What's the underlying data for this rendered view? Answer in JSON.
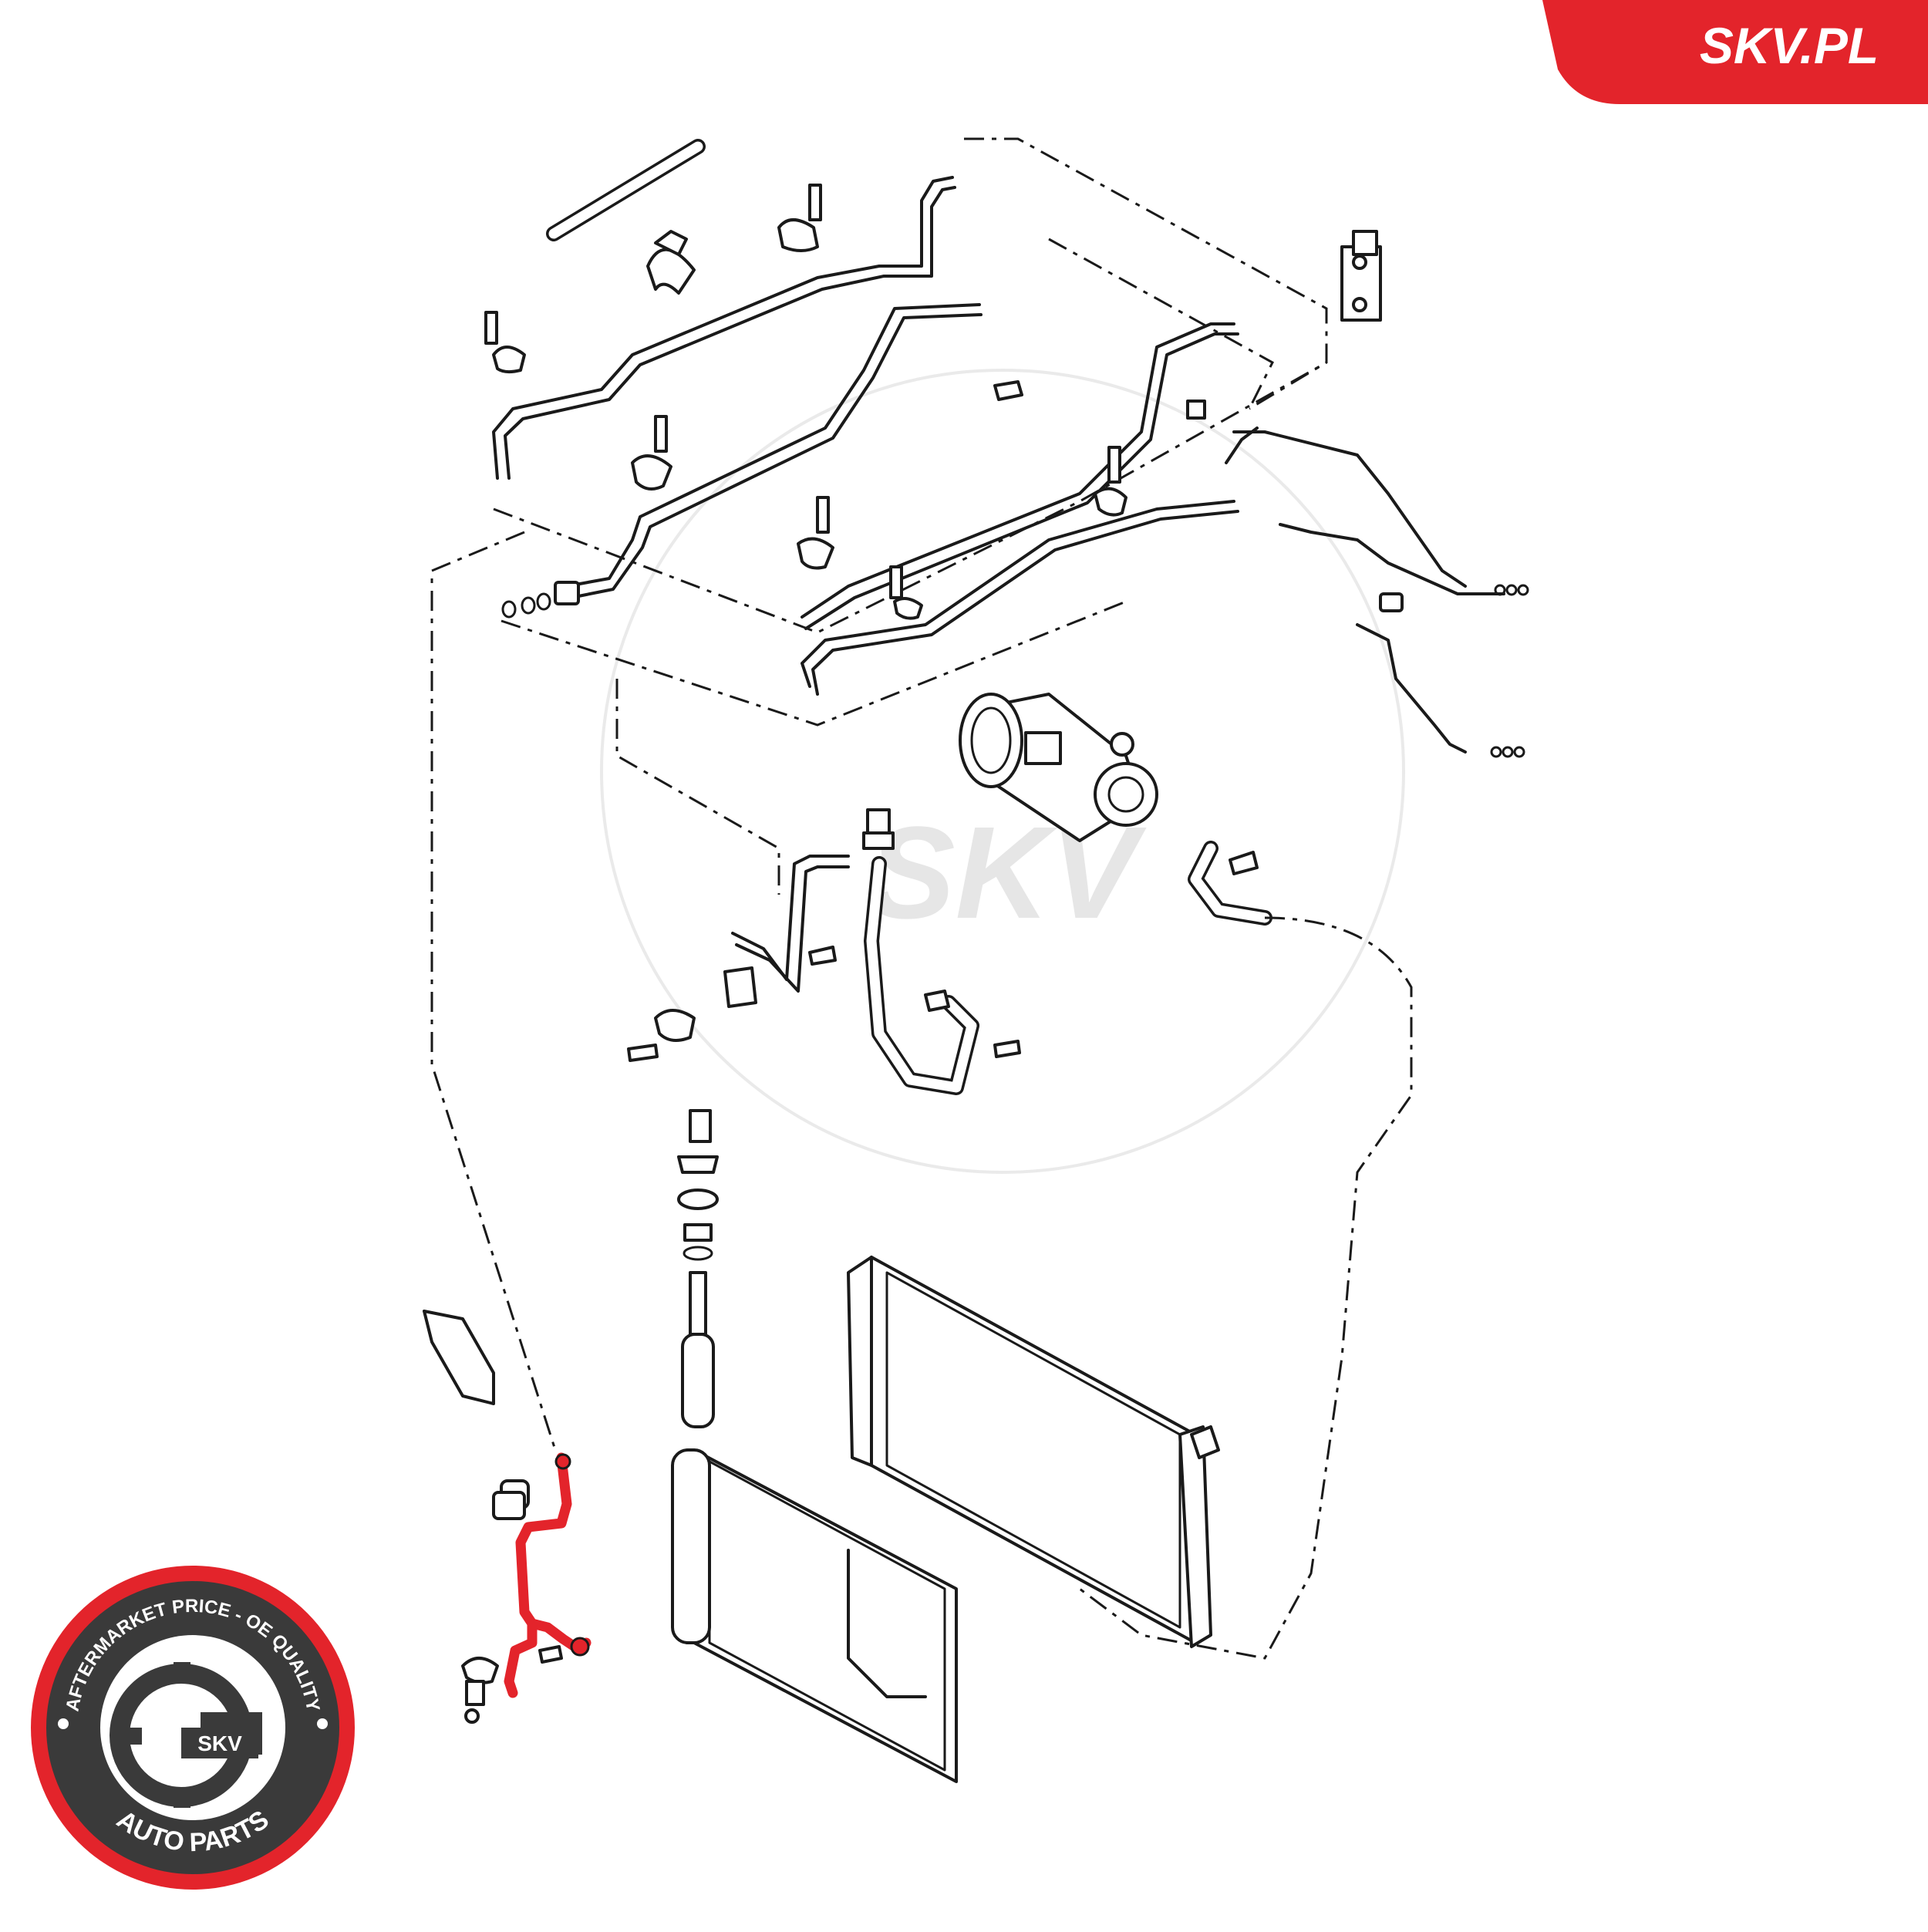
{
  "brand": {
    "label": "SKV.PL",
    "color": "#e3242b"
  },
  "seal": {
    "top_text": "AFTERMARKET PRICE - OE QUALITY",
    "bottom_text": "AUTO PARTS",
    "badge": "SKV",
    "color": "#e3242b",
    "dark": "#3a3a3a"
  },
  "watermark": {
    "text": "SKV"
  },
  "diagram": {
    "highlight_color": "#e3242b",
    "line_color": "#1a1a1a"
  }
}
